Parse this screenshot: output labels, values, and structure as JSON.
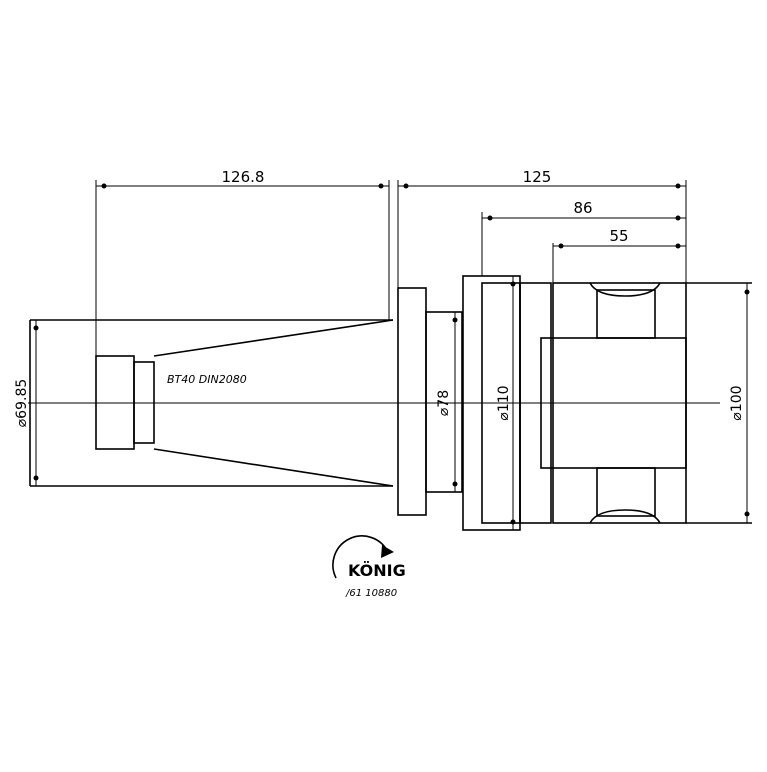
{
  "dimensions": {
    "d1": "126.8",
    "d2": "125",
    "d3": "86",
    "d4": "55",
    "dia_taper": "⌀69.85",
    "dia_flange": "⌀78",
    "dia_body": "⌀110",
    "dia_wheel": "⌀100"
  },
  "part_label": "BT40 DIN2080",
  "brand": {
    "name": "KÖNIG",
    "code": "/61 10880"
  },
  "colors": {
    "line": "#000000",
    "background": "#ffffff"
  }
}
